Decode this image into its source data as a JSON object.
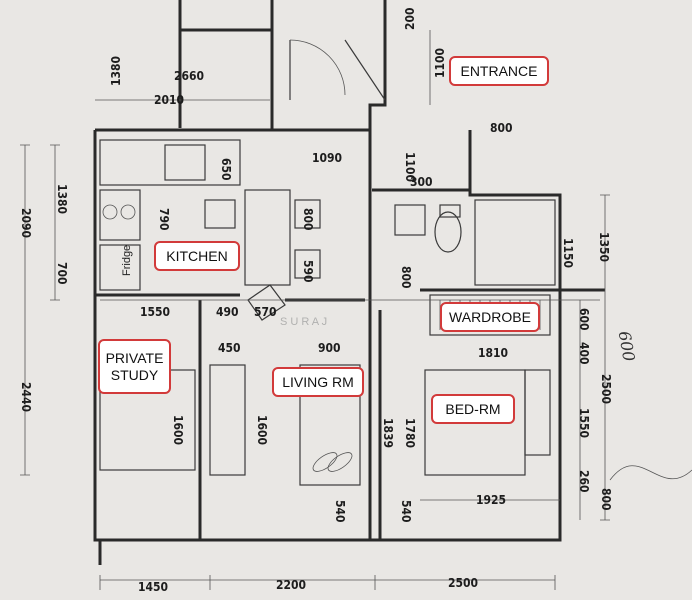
{
  "rooms": {
    "entrance": "ENTRANCE",
    "kitchen": "KITCHEN",
    "wardrobe": "WARDROBE",
    "private_study": "PRIVATE\nSTUDY",
    "living_rm": "LIVING RM",
    "bed_rm": "BED-RM"
  },
  "appliances": {
    "fridge": "Fridge"
  },
  "dimensions": {
    "d200": "200",
    "d1100a": "1100",
    "d1380": "1380",
    "d2660": "2660",
    "d2010": "2010",
    "d800a": "800",
    "d1090": "1090",
    "d650": "650",
    "d1100b": "1100",
    "d300": "300",
    "d1380b": "1380",
    "d2090": "2090",
    "d790": "790",
    "d800b": "800",
    "d700": "700",
    "d590": "590",
    "d800c": "800",
    "d1150": "1150",
    "d1350": "1350",
    "d1550": "1550",
    "d490": "490",
    "d570": "570",
    "d600": "600",
    "d450": "450",
    "d900": "900",
    "d1810": "1810",
    "d400": "400",
    "d2440": "2440",
    "d1600a": "1600",
    "d1600b": "1600",
    "d1839": "1839",
    "d1780": "1780",
    "d1550b": "1550",
    "d2500": "2500",
    "d260": "260",
    "d800d": "800",
    "d540a": "540",
    "d540b": "540",
    "d1925": "1925",
    "d1450": "1450",
    "d2200": "2200",
    "d2500b": "2500"
  },
  "handwritten_note": "600",
  "watermark": "S U R A J"
}
